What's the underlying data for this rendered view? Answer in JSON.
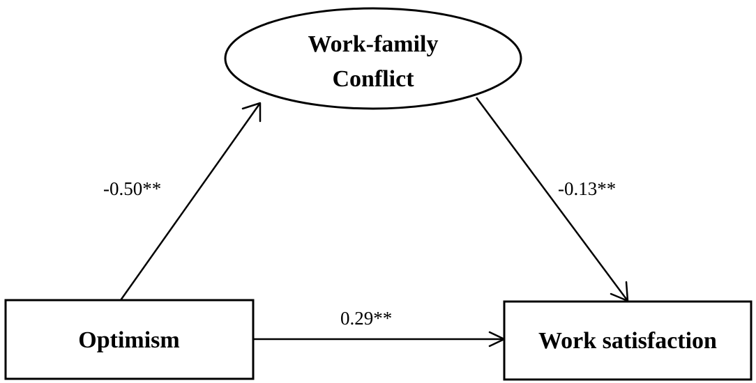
{
  "nodes": {
    "mediator": {
      "line1": "Work-family",
      "line2": "Conflict"
    },
    "predictor": {
      "label": "Optimism"
    },
    "outcome": {
      "label": "Work satisfaction"
    }
  },
  "paths": {
    "a": {
      "label": "-0.50**"
    },
    "b": {
      "label": "-0.13**"
    },
    "c": {
      "label": "0.29**"
    }
  },
  "colors": {
    "stroke": "#000000",
    "background": "#ffffff"
  }
}
